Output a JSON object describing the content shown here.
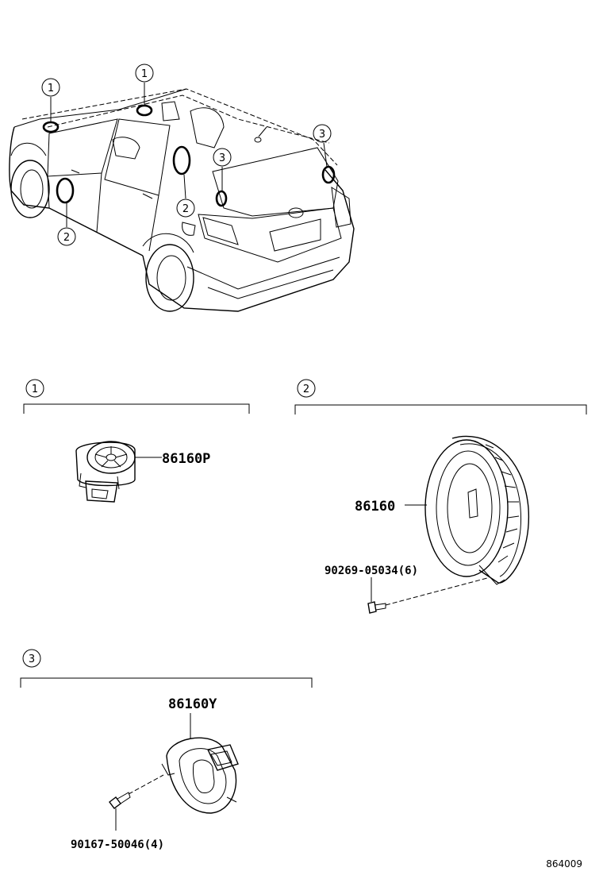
{
  "callouts": {
    "one": "1",
    "two": "2",
    "three": "3"
  },
  "parts": {
    "tweeter_front": "86160P",
    "door_speaker": "86160",
    "door_speaker_screw": "90269-05034(6)",
    "rear_speaker": "86160Y",
    "rear_speaker_screw": "90167-50046(4)"
  },
  "reference_code": "864009"
}
